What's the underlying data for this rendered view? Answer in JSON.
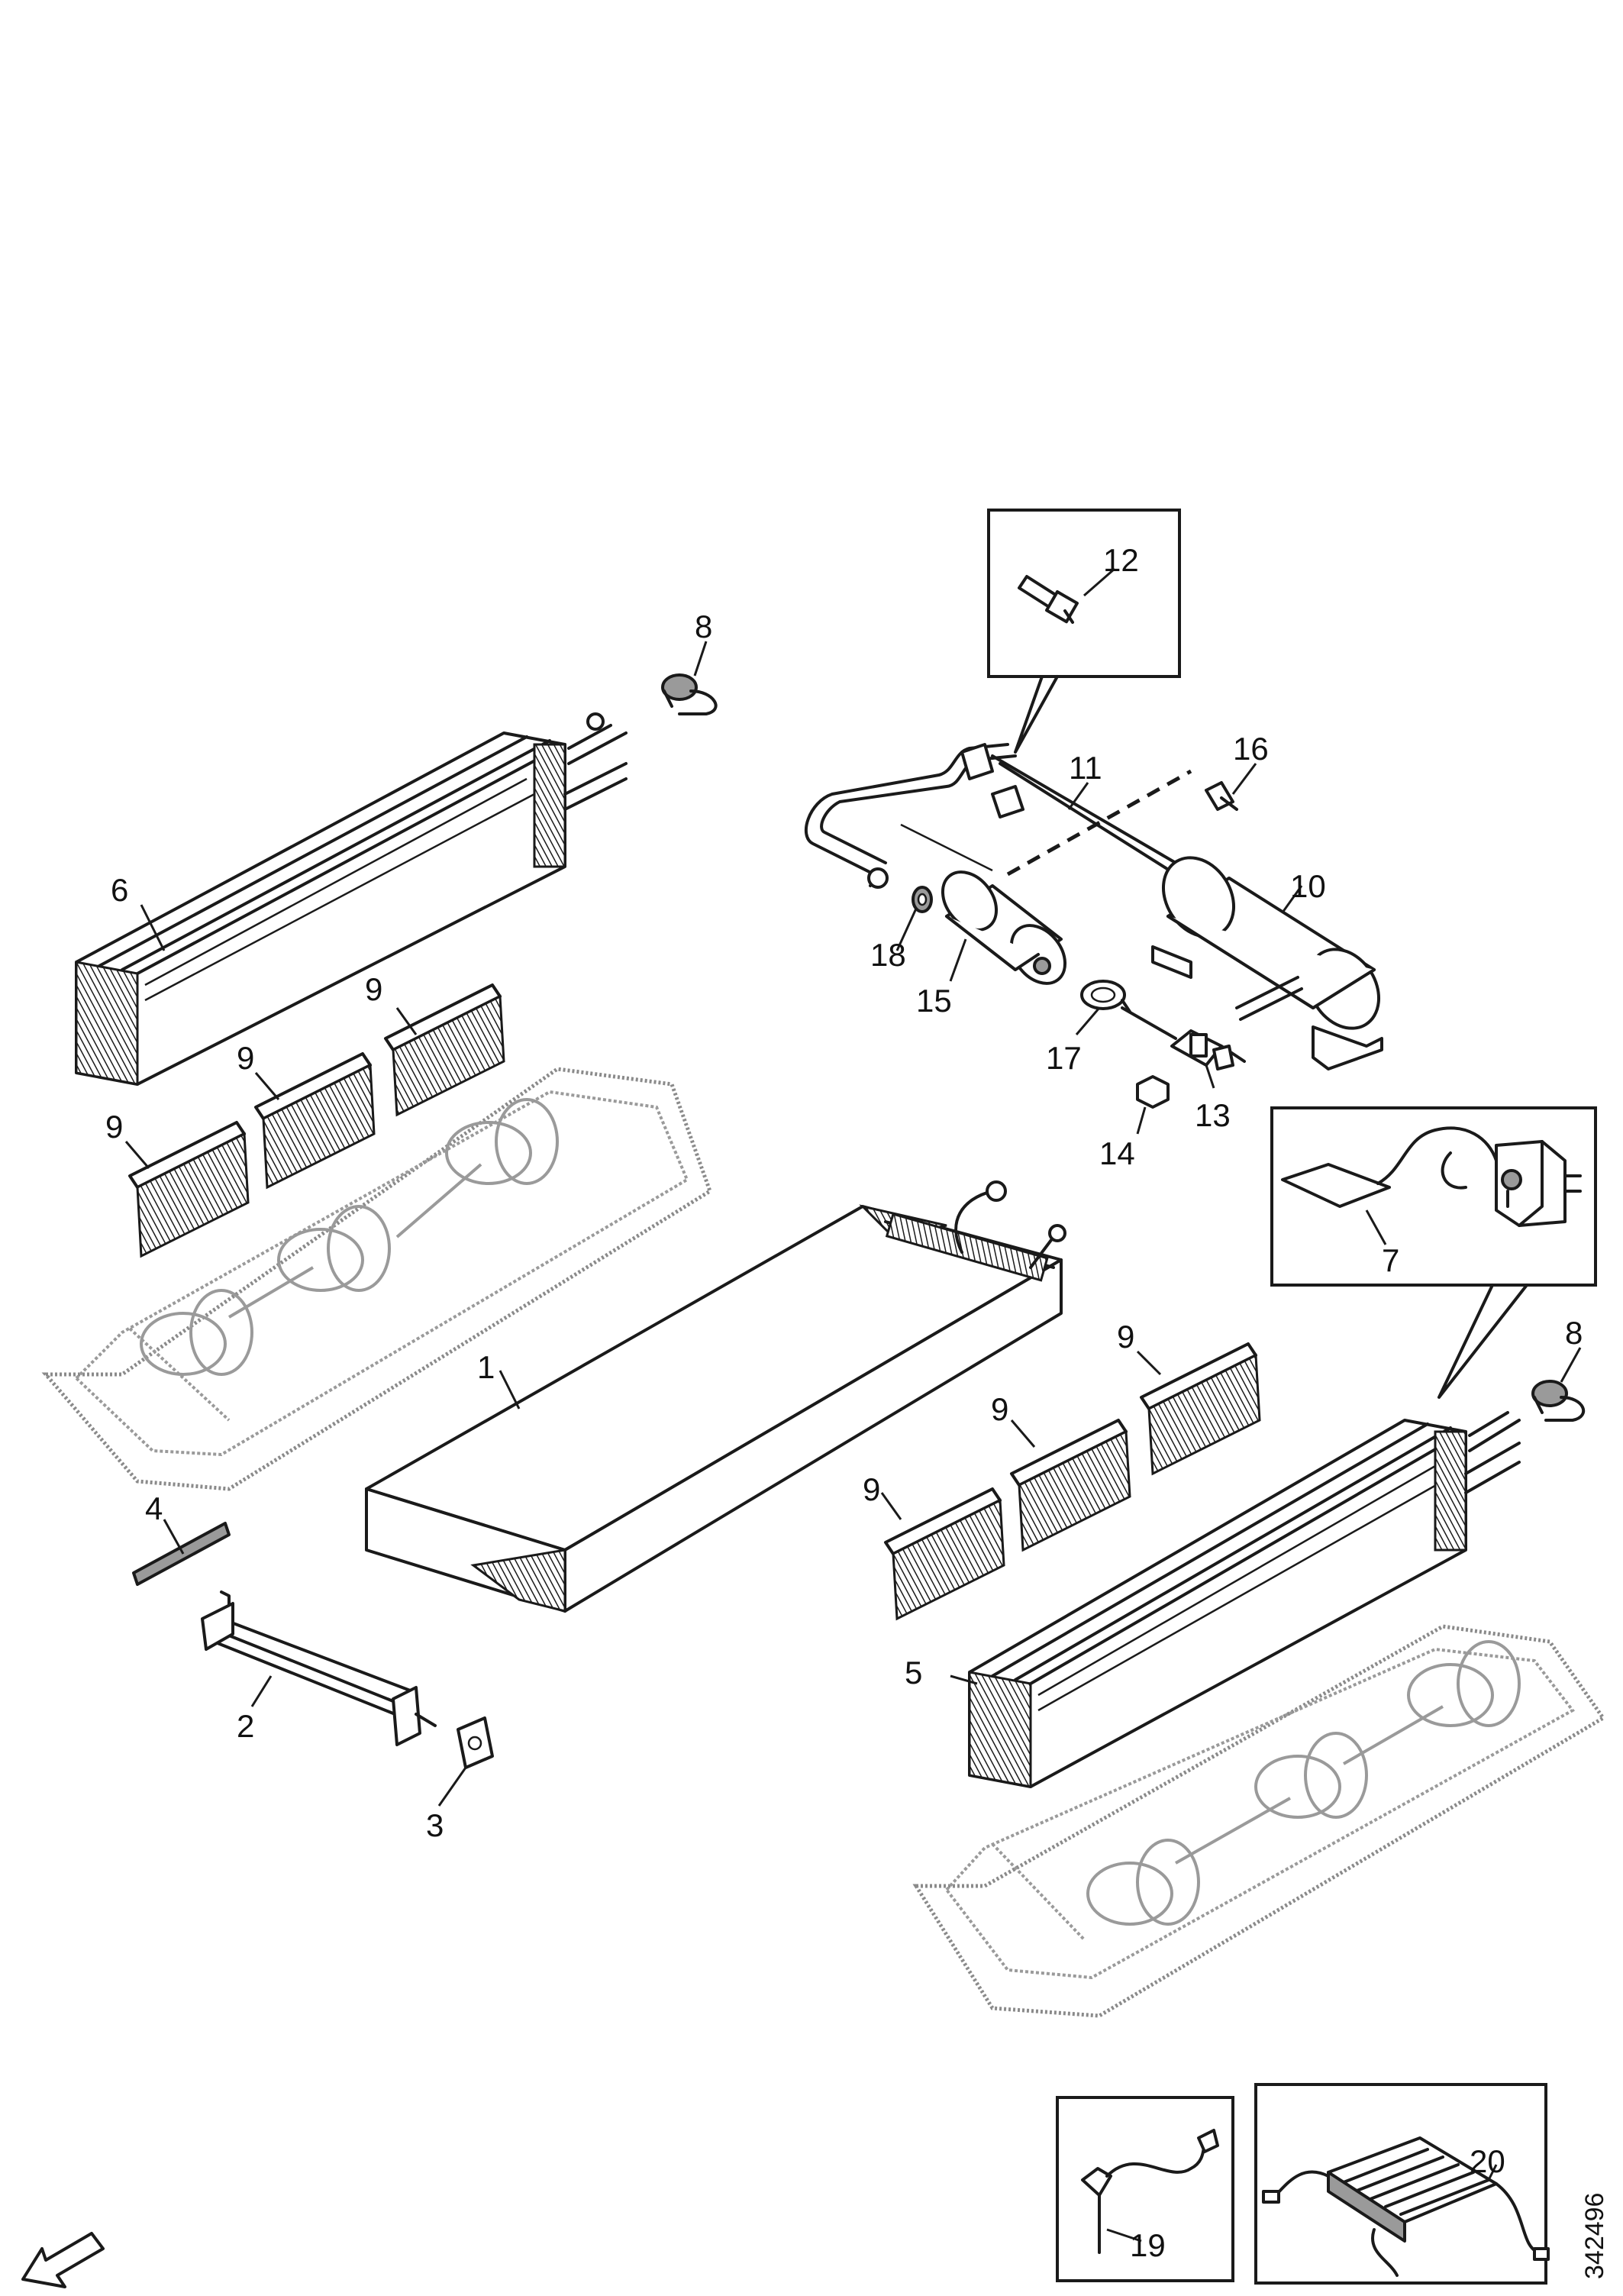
{
  "drawing_number": "342496",
  "callouts": [
    {
      "id": "c1",
      "text": "1"
    },
    {
      "id": "c2",
      "text": "2"
    },
    {
      "id": "c3",
      "text": "3"
    },
    {
      "id": "c4",
      "text": "4"
    },
    {
      "id": "c5",
      "text": "5"
    },
    {
      "id": "c6",
      "text": "6"
    },
    {
      "id": "c7",
      "text": "7"
    },
    {
      "id": "c8a",
      "text": "8"
    },
    {
      "id": "c8b",
      "text": "8"
    },
    {
      "id": "c9a",
      "text": "9"
    },
    {
      "id": "c9b",
      "text": "9"
    },
    {
      "id": "c9c",
      "text": "9"
    },
    {
      "id": "c9d",
      "text": "9"
    },
    {
      "id": "c9e",
      "text": "9"
    },
    {
      "id": "c9f",
      "text": "9"
    },
    {
      "id": "c10",
      "text": "10"
    },
    {
      "id": "c11",
      "text": "11"
    },
    {
      "id": "c12",
      "text": "12"
    },
    {
      "id": "c13",
      "text": "13"
    },
    {
      "id": "c14",
      "text": "14"
    },
    {
      "id": "c15",
      "text": "15"
    },
    {
      "id": "c16",
      "text": "16"
    },
    {
      "id": "c17",
      "text": "17"
    },
    {
      "id": "c18",
      "text": "18"
    },
    {
      "id": "c19",
      "text": "19"
    },
    {
      "id": "c20",
      "text": "20"
    }
  ],
  "icons": {
    "direction_arrow": "arrow-down-left-icon"
  }
}
